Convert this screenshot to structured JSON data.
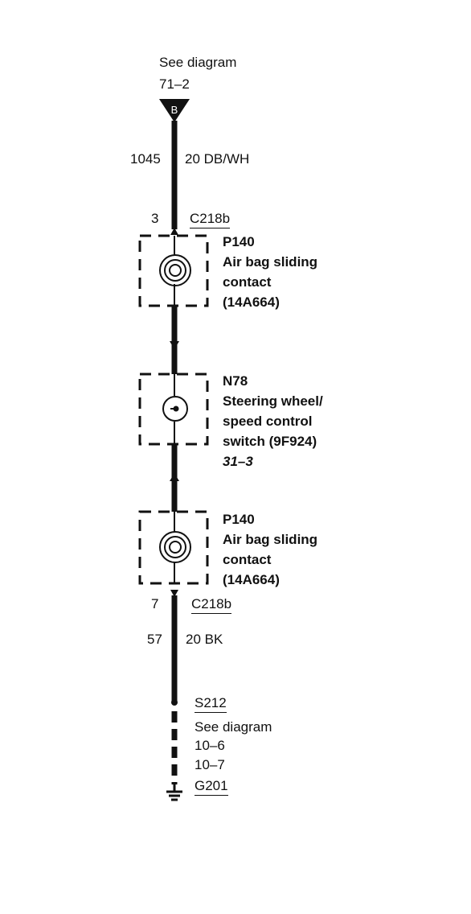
{
  "top_ref": {
    "line1": "See diagram",
    "line2": "71–2",
    "badge": "B"
  },
  "wire_top": {
    "circuit": "1045",
    "spec": "20 DB/WH"
  },
  "connector_top": {
    "pin": "3",
    "name": "C218b"
  },
  "component_1": {
    "ref": "P140",
    "name1": "Air bag sliding",
    "name2": "contact",
    "part": "(14A664)"
  },
  "component_2": {
    "ref": "N78",
    "name1": "Steering wheel/",
    "name2": "speed control",
    "name3": "switch (9F924)",
    "page": "31–3"
  },
  "component_3": {
    "ref": "P140",
    "name1": "Air bag sliding",
    "name2": "contact",
    "part": "(14A664)"
  },
  "connector_bottom": {
    "pin": "7",
    "name": "C218b"
  },
  "wire_bottom": {
    "circuit": "57",
    "spec": "20 BK"
  },
  "splice": {
    "name": "S212",
    "see": "See diagram",
    "ref1": "10–6",
    "ref2": "10–7"
  },
  "ground": {
    "name": "G201"
  },
  "icons": [
    "connector-arrow-icon",
    "clockspring-icon",
    "switch-icon",
    "splice-dot-icon",
    "ground-icon"
  ]
}
